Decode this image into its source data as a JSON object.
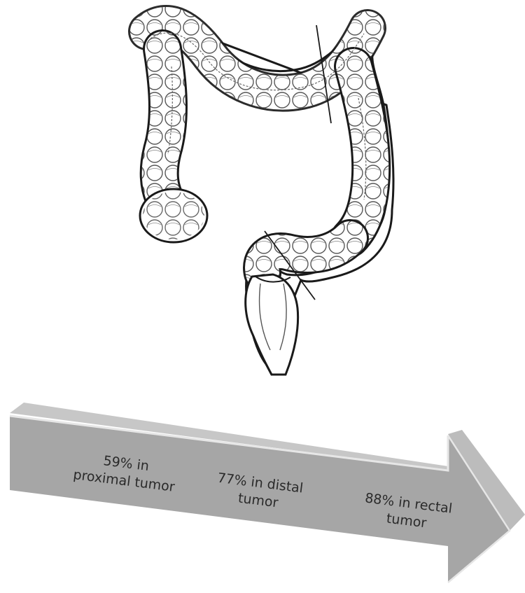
{
  "diagram": {
    "illustration": {
      "icon": "colon-anatomy-illustration",
      "cut_lines": 2
    },
    "arrow": {
      "color": "#a6a6a6",
      "edge_color": "#d9d9d9",
      "labels": [
        {
          "line1": "59% in",
          "line2": "proximal tumor"
        },
        {
          "line1": "77% in distal",
          "line2": "tumor"
        },
        {
          "line1": "88% in rectal",
          "line2": "tumor"
        }
      ]
    }
  }
}
